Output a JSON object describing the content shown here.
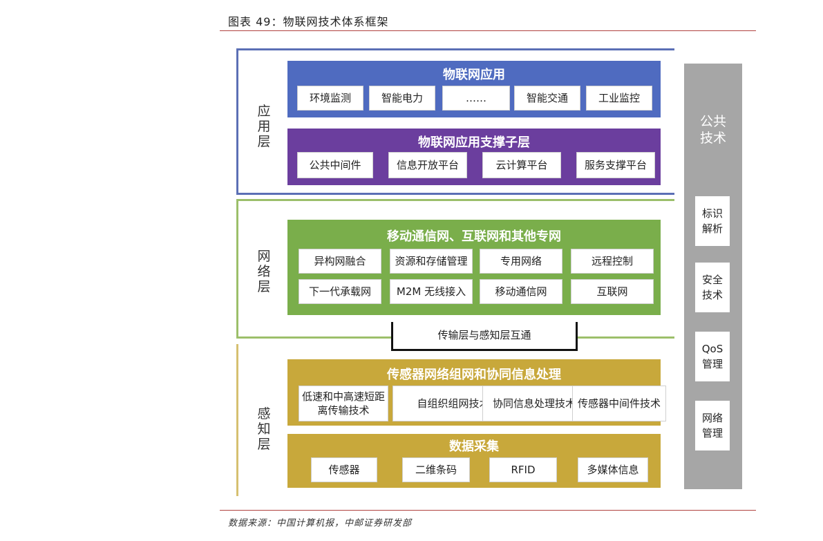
{
  "caption": "图表 49：物联网技术体系框架",
  "source": "数据来源：中国计算机报，中邮证券研发部",
  "colors": {
    "application_blue": "#4f6bc0",
    "support_purple": "#6b3e9e",
    "network_green": "#7aae4b",
    "sensing_gold": "#c8a83b",
    "side_gray": "#a6a6a6",
    "app_border": "#5b6fb5",
    "net_border": "#9cbf6a",
    "sense_border": "#d6c070"
  },
  "layers": {
    "application": "应用层",
    "network": "网络层",
    "sensing": "感知层"
  },
  "app_panel": {
    "title": "物联网应用",
    "items": [
      "环境监测",
      "智能电力",
      "……",
      "智能交通",
      "工业监控"
    ]
  },
  "support_panel": {
    "title": "物联网应用支撑子层",
    "items": [
      "公共中间件",
      "信息开放平台",
      "云计算平台",
      "服务支撑平台"
    ]
  },
  "network_panel": {
    "title": "移动通信网、互联网和其他专网",
    "row1": [
      "异构网融合",
      "资源和存储管理",
      "专用网络",
      "远程控制"
    ],
    "row2": [
      "下一代承载网",
      "M2M 无线接入",
      "移动通信网",
      "互联网"
    ]
  },
  "bridge": "传输层与感知层互通",
  "sensor_net_panel": {
    "title": "传感器网络组网和协同信息处理",
    "items": [
      "低速和中高速短距离传输技术",
      "自组织组网技术",
      "协同信息处理技术",
      "传感器中间件技术"
    ]
  },
  "data_panel": {
    "title": "数据采集",
    "items": [
      "传感器",
      "二维条码",
      "RFID",
      "多媒体信息"
    ]
  },
  "public_tech": {
    "title": "公共技术",
    "items": [
      "标识解析",
      "安全技术",
      "QoS管理",
      "网络管理"
    ]
  }
}
